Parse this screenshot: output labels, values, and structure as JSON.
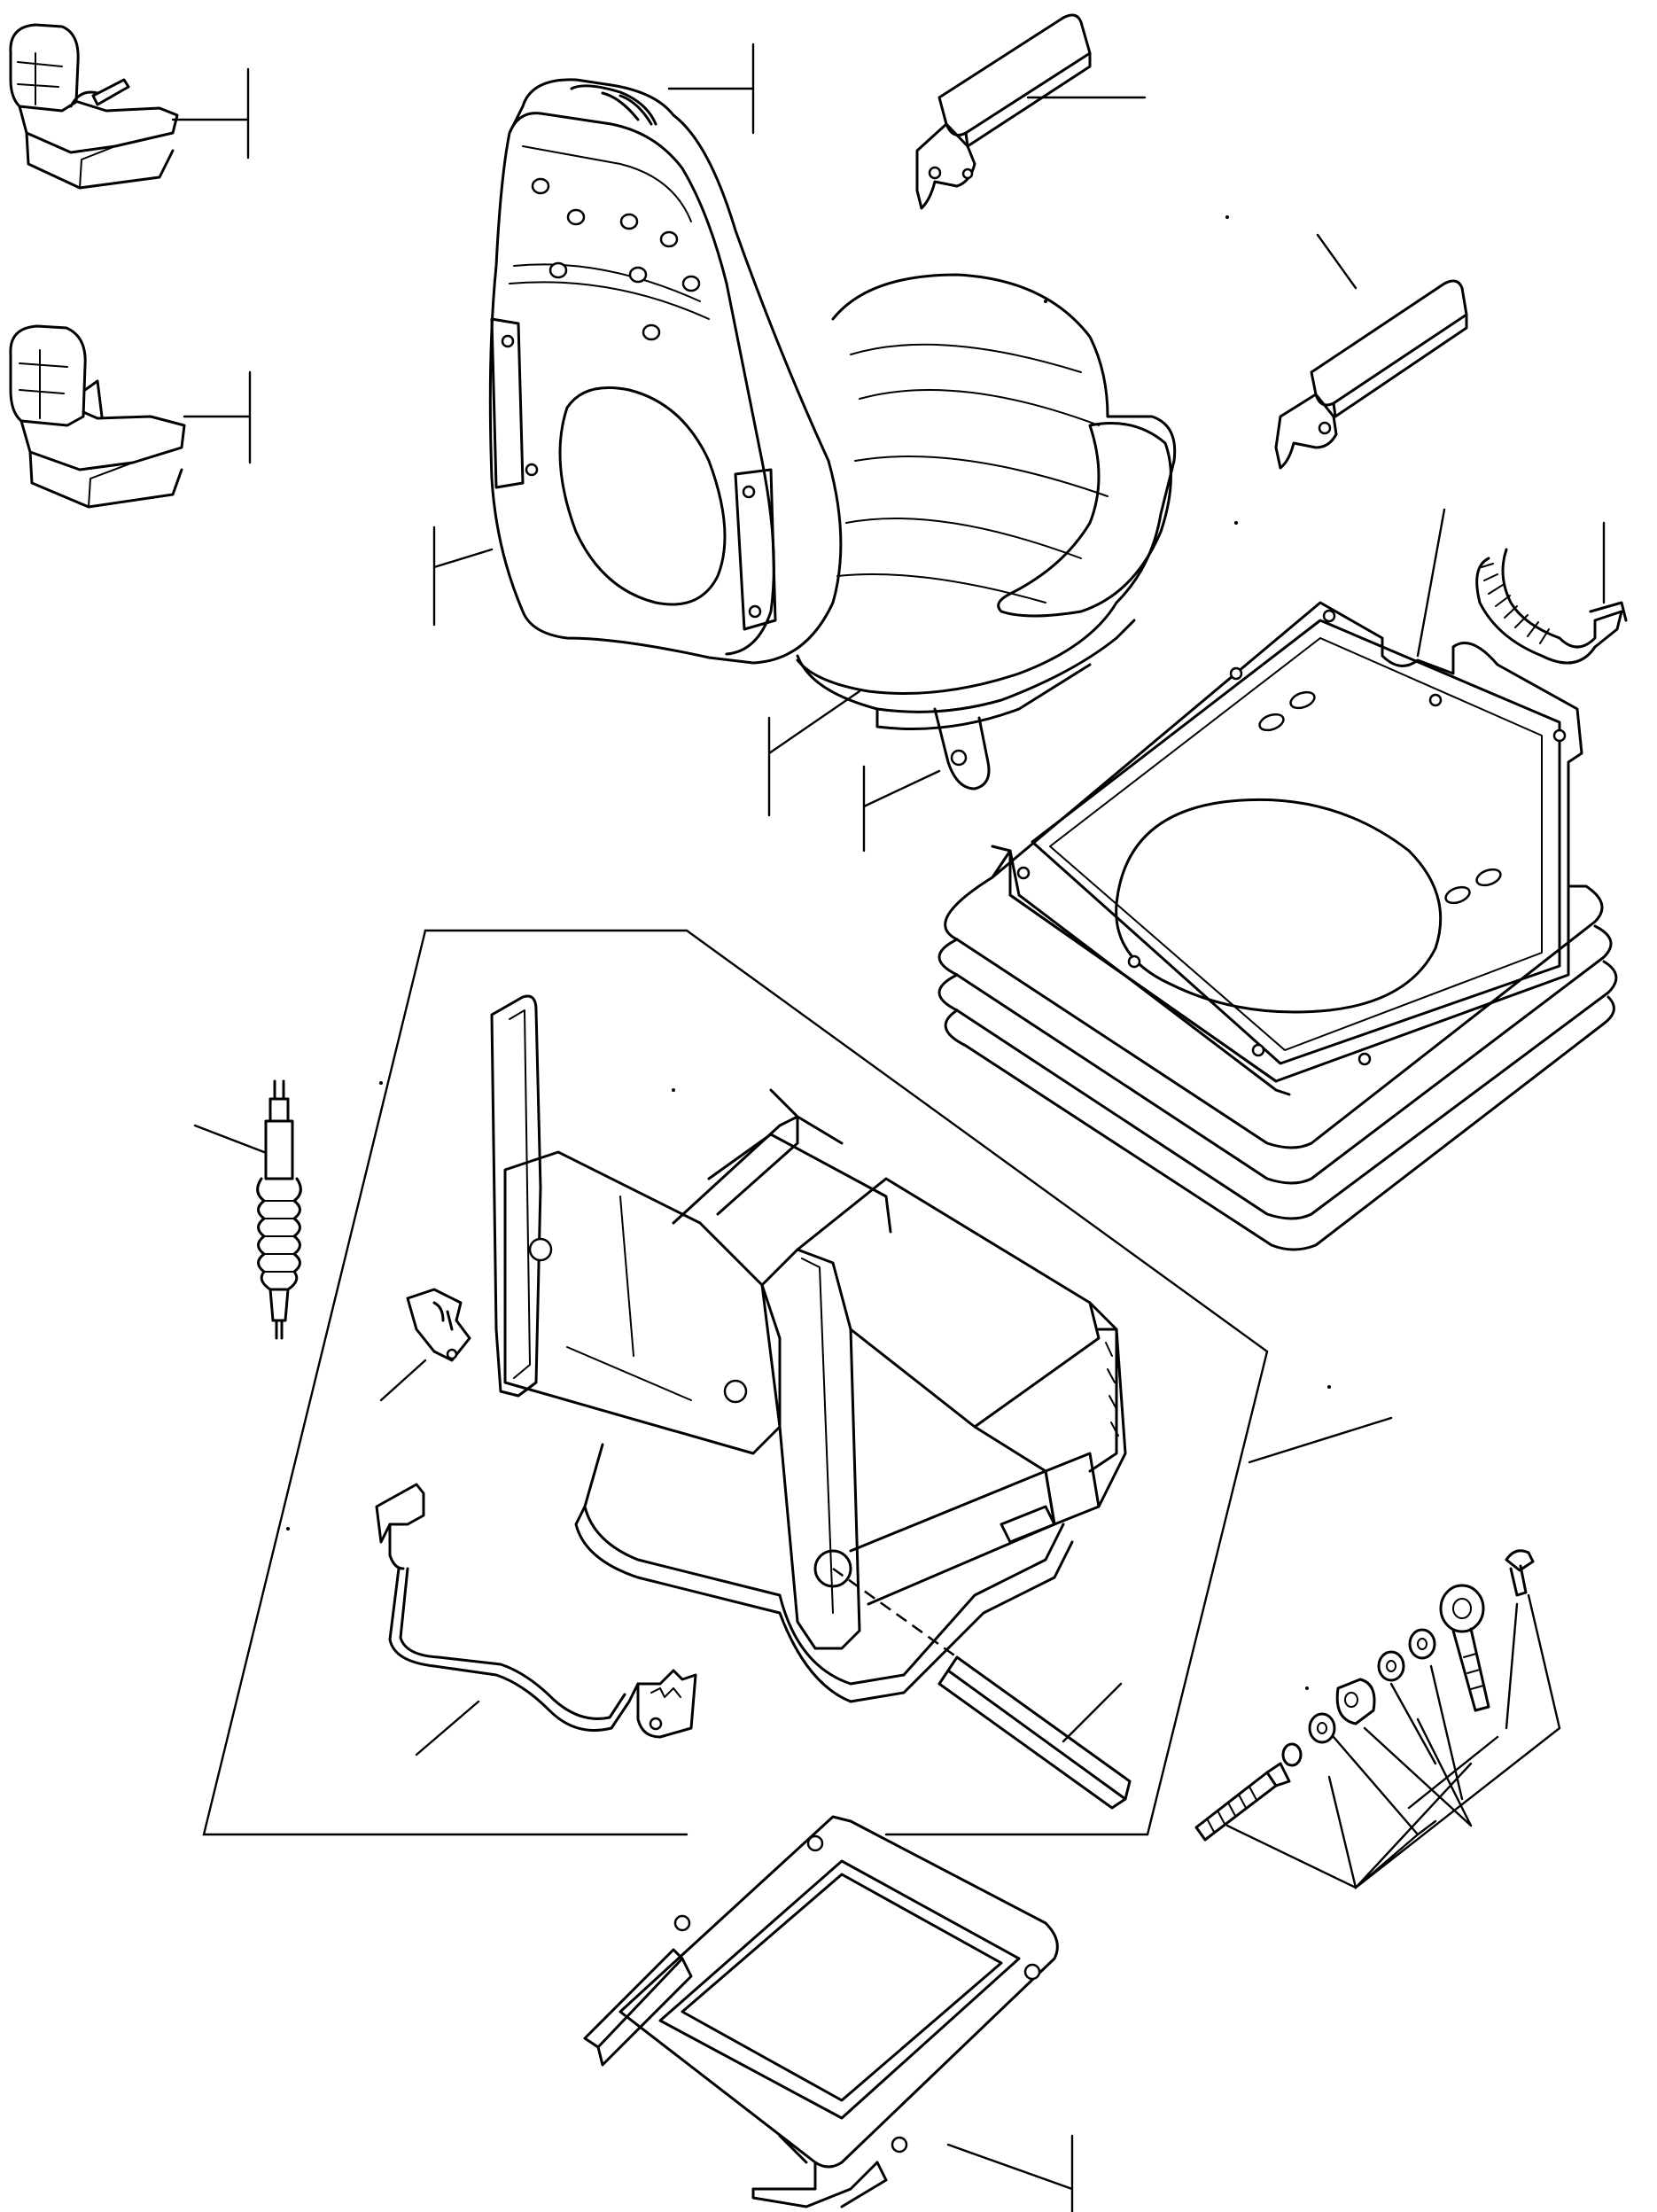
{
  "diagram": {
    "parts": [
      {
        "id": "seat-variant-a",
        "label": ""
      },
      {
        "id": "seat-variant-b",
        "label": ""
      },
      {
        "id": "seat-assembly",
        "label": ""
      },
      {
        "id": "armrest-left",
        "label": ""
      },
      {
        "id": "armrest-right",
        "label": ""
      },
      {
        "id": "suspension-bellows-frame",
        "label": ""
      },
      {
        "id": "adjust-strap",
        "label": ""
      },
      {
        "id": "suspension-mechanism",
        "label": ""
      },
      {
        "id": "shock-absorber",
        "label": ""
      },
      {
        "id": "clip",
        "label": ""
      },
      {
        "id": "height-lever",
        "label": ""
      },
      {
        "id": "bar",
        "label": ""
      },
      {
        "id": "fastener-set",
        "label": ""
      },
      {
        "id": "slide-rail-frame",
        "label": ""
      }
    ],
    "colors": {
      "line": "#000000",
      "background": "#ffffff"
    }
  }
}
